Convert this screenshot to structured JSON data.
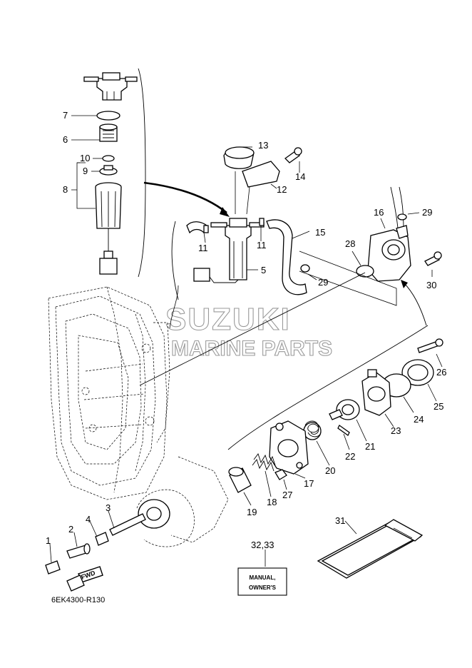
{
  "diagram_ref": "6EK4300-R130",
  "watermark": {
    "line1": "SUZUKI",
    "line2": "MARINE PARTS"
  },
  "fwd_label": "FWD",
  "manual_box": {
    "line1": "MANUAL,",
    "line2": "OWNER'S"
  },
  "part_numbers": {
    "p1": "1",
    "p2": "2",
    "p3": "3",
    "p4": "4",
    "p5": "5",
    "p6": "6",
    "p7": "7",
    "p8": "8",
    "p9": "9",
    "p10": "10",
    "p11a": "11",
    "p11b": "11",
    "p12": "12",
    "p13": "13",
    "p14": "14",
    "p15": "15",
    "p16": "16",
    "p17": "17",
    "p18": "18",
    "p19": "19",
    "p20": "20",
    "p21": "21",
    "p22": "22",
    "p23": "23",
    "p24": "24",
    "p25": "25",
    "p26": "26",
    "p27": "27",
    "p28": "28",
    "p29a": "29",
    "p29b": "29",
    "p30": "30",
    "p31": "31",
    "p3233": "32,33"
  }
}
